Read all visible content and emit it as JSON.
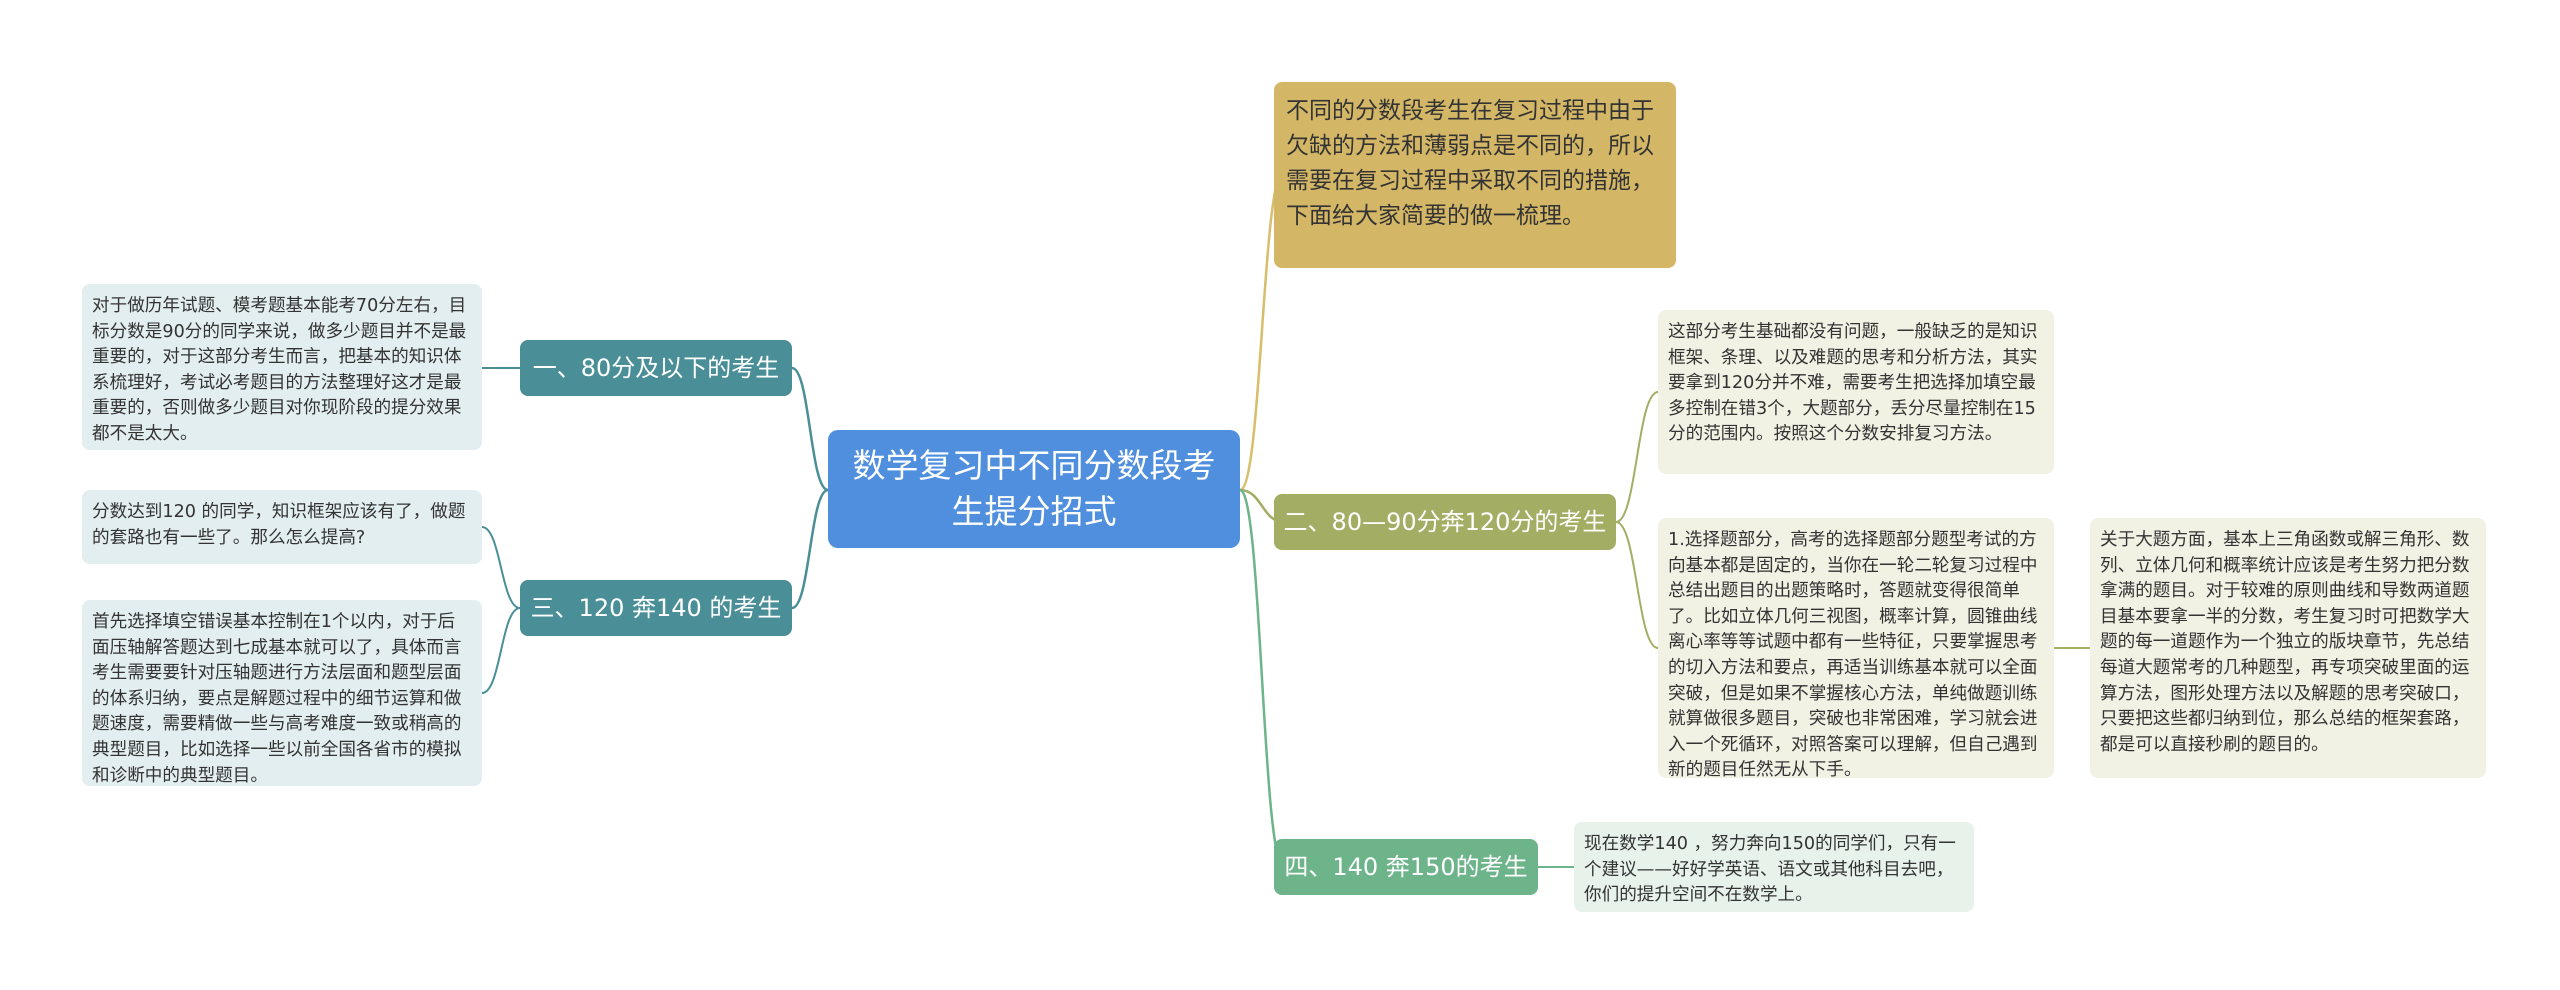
{
  "root": {
    "label": "数学复习中不同分数段考生提分招式"
  },
  "intro": {
    "text": "不同的分数段考生在复习过程中由于欠缺的方法和薄弱点是不同的，所以需要在复习过程中采取不同的措施，下面给大家简要的做一梳理。"
  },
  "branches": [
    {
      "label": "一、80分及以下的考生",
      "leaves": [
        "对于做历年试题、模考题基本能考70分左右，目标分数是90分的同学来说，做多少题目并不是最重要的，对于这部分考生而言，把基本的知识体系梳理好，考试必考题目的方法整理好这才是最重要的，否则做多少题目对你现阶段的提分效果都不是太大。"
      ]
    },
    {
      "label": "二、80—90分奔120分的考生",
      "leaves": [
        "这部分考生基础都没有问题，一般缺乏的是知识框架、条理、以及难题的思考和分析方法，其实要拿到120分并不难，需要考生把选择加填空最多控制在错3个，大题部分，丢分尽量控制在15分的范围内。按照这个分数安排复习方法。",
        "1.选择题部分，高考的选择题部分题型考试的方向基本都是固定的，当你在一轮二轮复习过程中总结出题目的出题策略时，答题就变得很简单了。比如立体几何三视图，概率计算，圆锥曲线离心率等等试题中都有一些特征，只要掌握思考的切入方法和要点，再适当训练基本就可以全面突破，但是如果不掌握核心方法，单纯做题训练就算做很多题目，突破也非常困难，学习就会进入一个死循环，对照答案可以理解，但自己遇到新的题目任然无从下手。"
      ],
      "sub_leaf": "关于大题方面，基本上三角函数或解三角形、数列、立体几何和概率统计应该是考生努力把分数拿满的题目。对于较难的原则曲线和导数两道题目基本要拿一半的分数，考生复习时可把数学大题的每一道题作为一个独立的版块章节，先总结每道大题常考的几种题型，再专项突破里面的运算方法，图形处理方法以及解题的思考突破口，只要把这些都归纳到位，那么总结的框架套路，都是可以直接秒刷的题目的。"
    },
    {
      "label": "三、120 奔140 的考生",
      "leaves": [
        "分数达到120 的同学，知识框架应该有了，做题的套路也有一些了。那么怎么提高?",
        "首先选择填空错误基本控制在1个以内，对于后面压轴解答题达到七成基本就可以了，具体而言考生需要要针对压轴题进行方法层面和题型层面的体系归纳，要点是解题过程中的细节运算和做题速度，需要精做一些与高考难度一致或稍高的典型题目，比如选择一些以前全国各省市的模拟和诊断中的典型题目。"
      ]
    },
    {
      "label": "四、140 奔150的考生",
      "leaves": [
        "现在数学140 ，努力奔向150的同学们，只有一个建议——好好学英语、语文或其他科目去吧，你们的提升空间不在数学上。"
      ]
    }
  ],
  "colors": {
    "root": "#4f8fde",
    "intro": "#d4b766",
    "teal": "#4a8f98",
    "olive": "#a3ae64",
    "green": "#6db48a",
    "link_root": "#9fb0c2",
    "link_intro": "#d8bd6a"
  }
}
